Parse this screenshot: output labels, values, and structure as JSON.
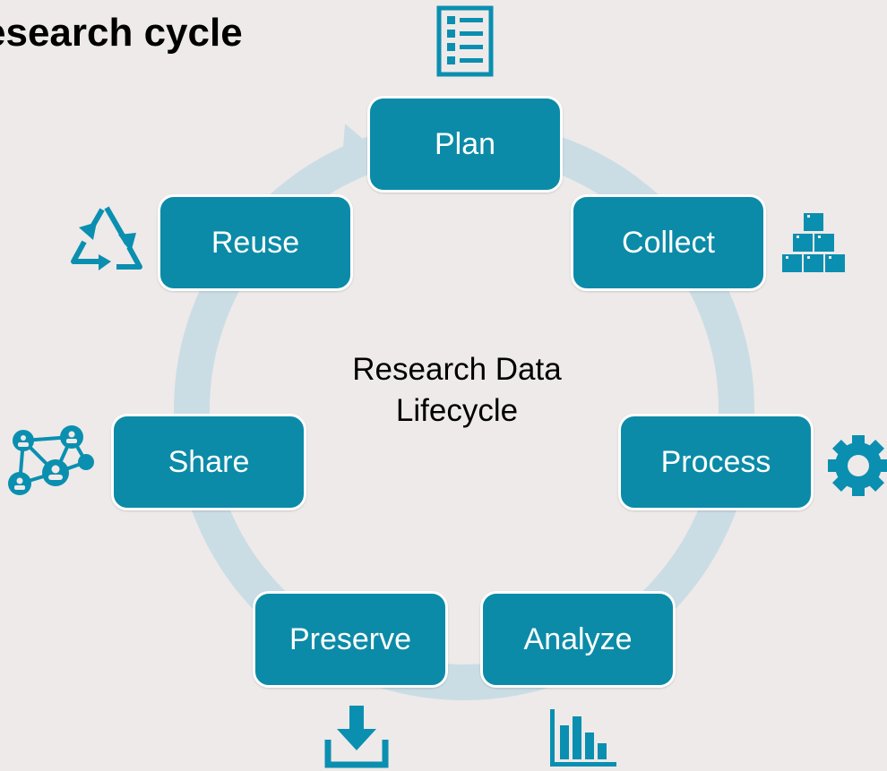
{
  "title": "esearch cycle",
  "center_label": [
    "Research Data",
    "Lifecycle"
  ],
  "steps": {
    "plan": "Plan",
    "collect": "Collect",
    "process": "Process",
    "analyze": "Analyze",
    "preserve": "Preserve",
    "share": "Share",
    "reuse": "Reuse"
  },
  "icons": {
    "plan": "checklist-icon",
    "collect": "stacked-boxes-icon",
    "process": "gear-icon",
    "analyze": "bar-chart-icon",
    "preserve": "download-icon",
    "share": "network-people-icon",
    "reuse": "recycle-icon"
  },
  "colors": {
    "box_fill": "#0B8BA8",
    "icon": "#0A8FB0",
    "ring": "#CBDDE4",
    "background": "#EEEAE9"
  }
}
